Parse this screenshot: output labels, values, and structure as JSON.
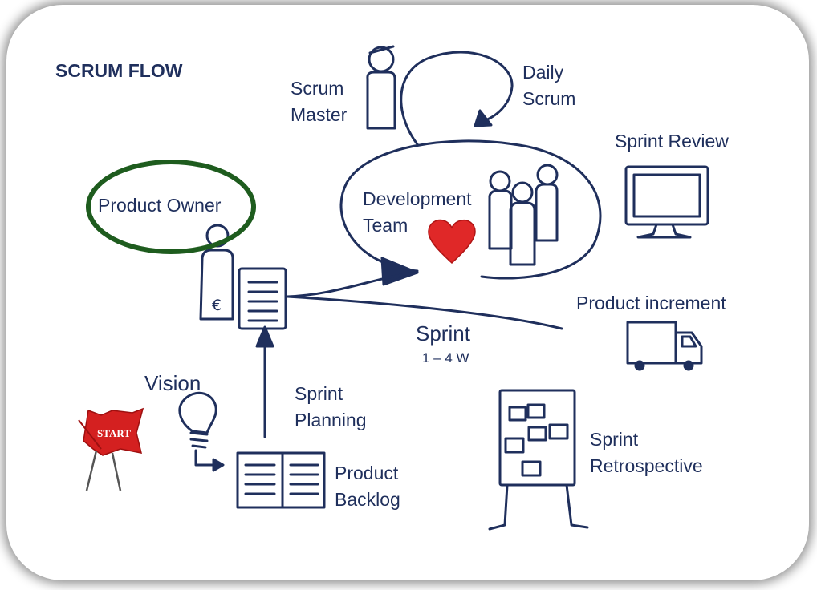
{
  "title": "SCRUM FLOW",
  "labels": {
    "scrum_master": "Scrum\nMaster",
    "daily_scrum": "Daily\nScrum",
    "sprint_review": "Sprint Review",
    "product_owner": "Product Owner",
    "development_team": "Development\nTeam",
    "product_increment": "Product increment",
    "sprint": "Sprint",
    "sprint_duration": "1 – 4 W",
    "vision": "Vision",
    "sprint_planning": "Sprint\nPlanning",
    "sprint_retrospective": "Sprint\nRetrospective",
    "product_backlog": "Product\nBacklog",
    "start_flag": "START",
    "euro_symbol": "€"
  },
  "colors": {
    "ink": "#1f2f5c",
    "highlight_ring": "#1e5c1e",
    "heart": "#e02828",
    "flag": "#d42020"
  }
}
